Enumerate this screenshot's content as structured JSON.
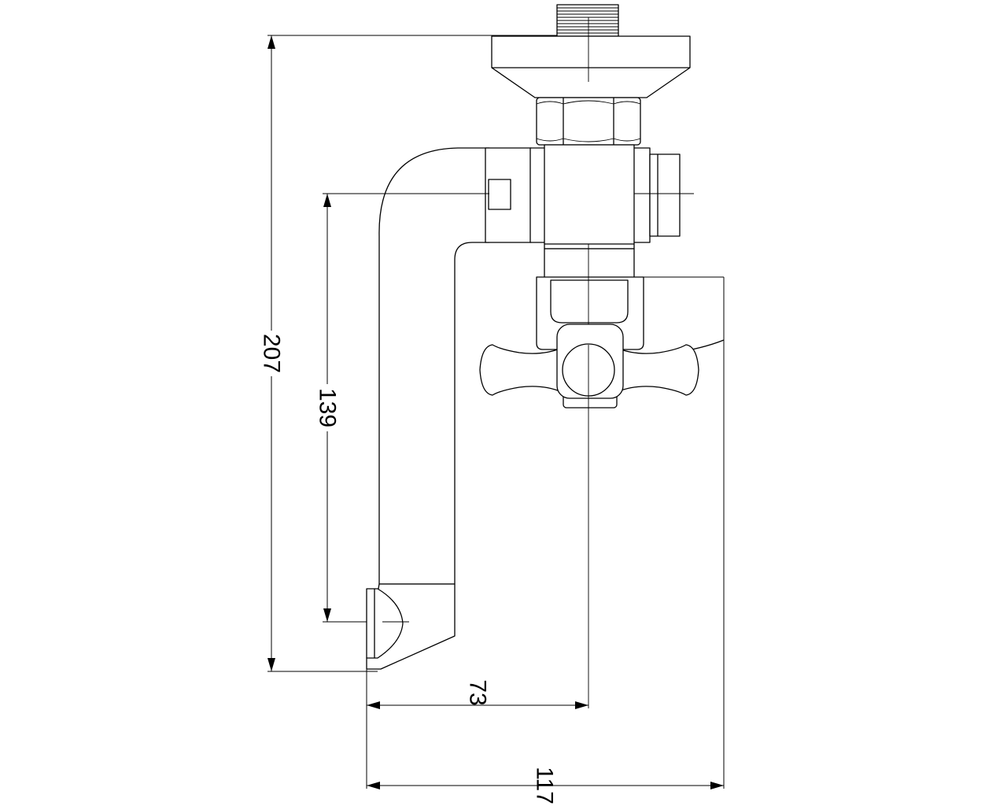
{
  "dimensions": {
    "total_height": "207",
    "outlet_height": "139",
    "spout_to_center": "73",
    "overall_width": "117"
  },
  "colors": {
    "line": "#000000",
    "background": "#ffffff"
  }
}
